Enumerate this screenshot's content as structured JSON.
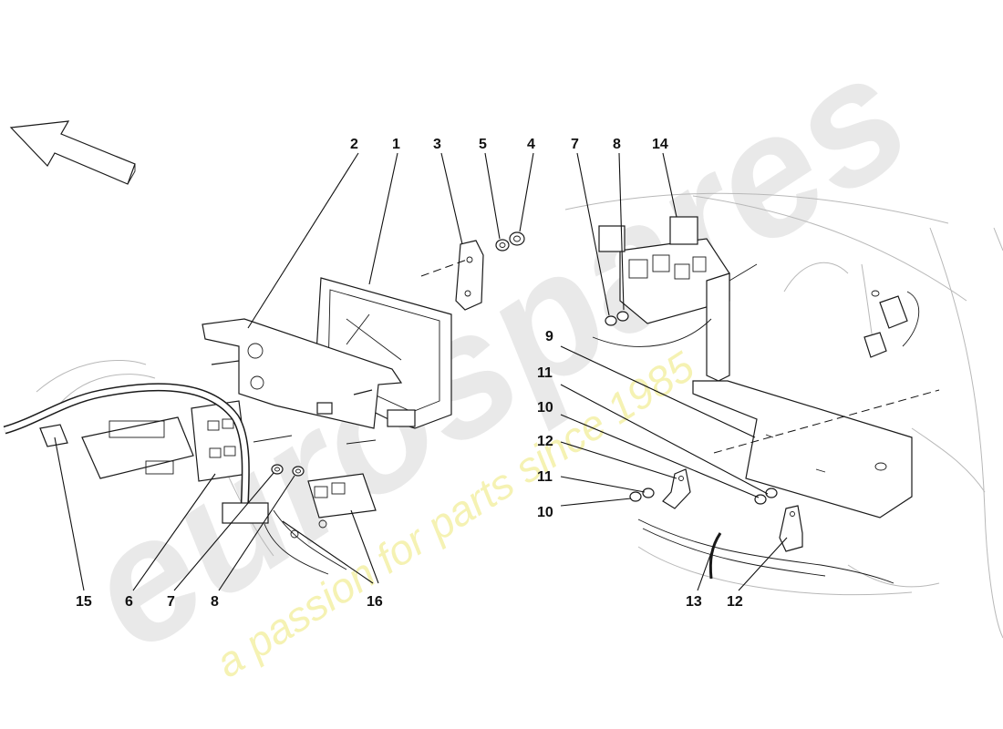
{
  "watermark": {
    "brand": "eurospares",
    "tagline": "a passion for parts since 1985"
  },
  "callouts": [
    {
      "id": "c-2-top",
      "label": "2"
    },
    {
      "id": "c-1-top",
      "label": "1"
    },
    {
      "id": "c-3-top",
      "label": "3"
    },
    {
      "id": "c-5-top",
      "label": "5"
    },
    {
      "id": "c-4-top",
      "label": "4"
    },
    {
      "id": "c-7-top",
      "label": "7"
    },
    {
      "id": "c-8-top",
      "label": "8"
    },
    {
      "id": "c-14-top",
      "label": "14"
    },
    {
      "id": "c-9",
      "label": "9"
    },
    {
      "id": "c-11-a",
      "label": "11"
    },
    {
      "id": "c-10-a",
      "label": "10"
    },
    {
      "id": "c-12-a",
      "label": "12"
    },
    {
      "id": "c-11-b",
      "label": "11"
    },
    {
      "id": "c-10-b",
      "label": "10"
    },
    {
      "id": "c-15",
      "label": "15"
    },
    {
      "id": "c-6",
      "label": "6"
    },
    {
      "id": "c-7-bottom",
      "label": "7"
    },
    {
      "id": "c-8-bottom",
      "label": "8"
    },
    {
      "id": "c-16",
      "label": "16"
    },
    {
      "id": "c-13",
      "label": "13"
    },
    {
      "id": "c-12-b",
      "label": "12"
    }
  ],
  "icons": {
    "direction_arrow": "direction-arrow-icon"
  }
}
